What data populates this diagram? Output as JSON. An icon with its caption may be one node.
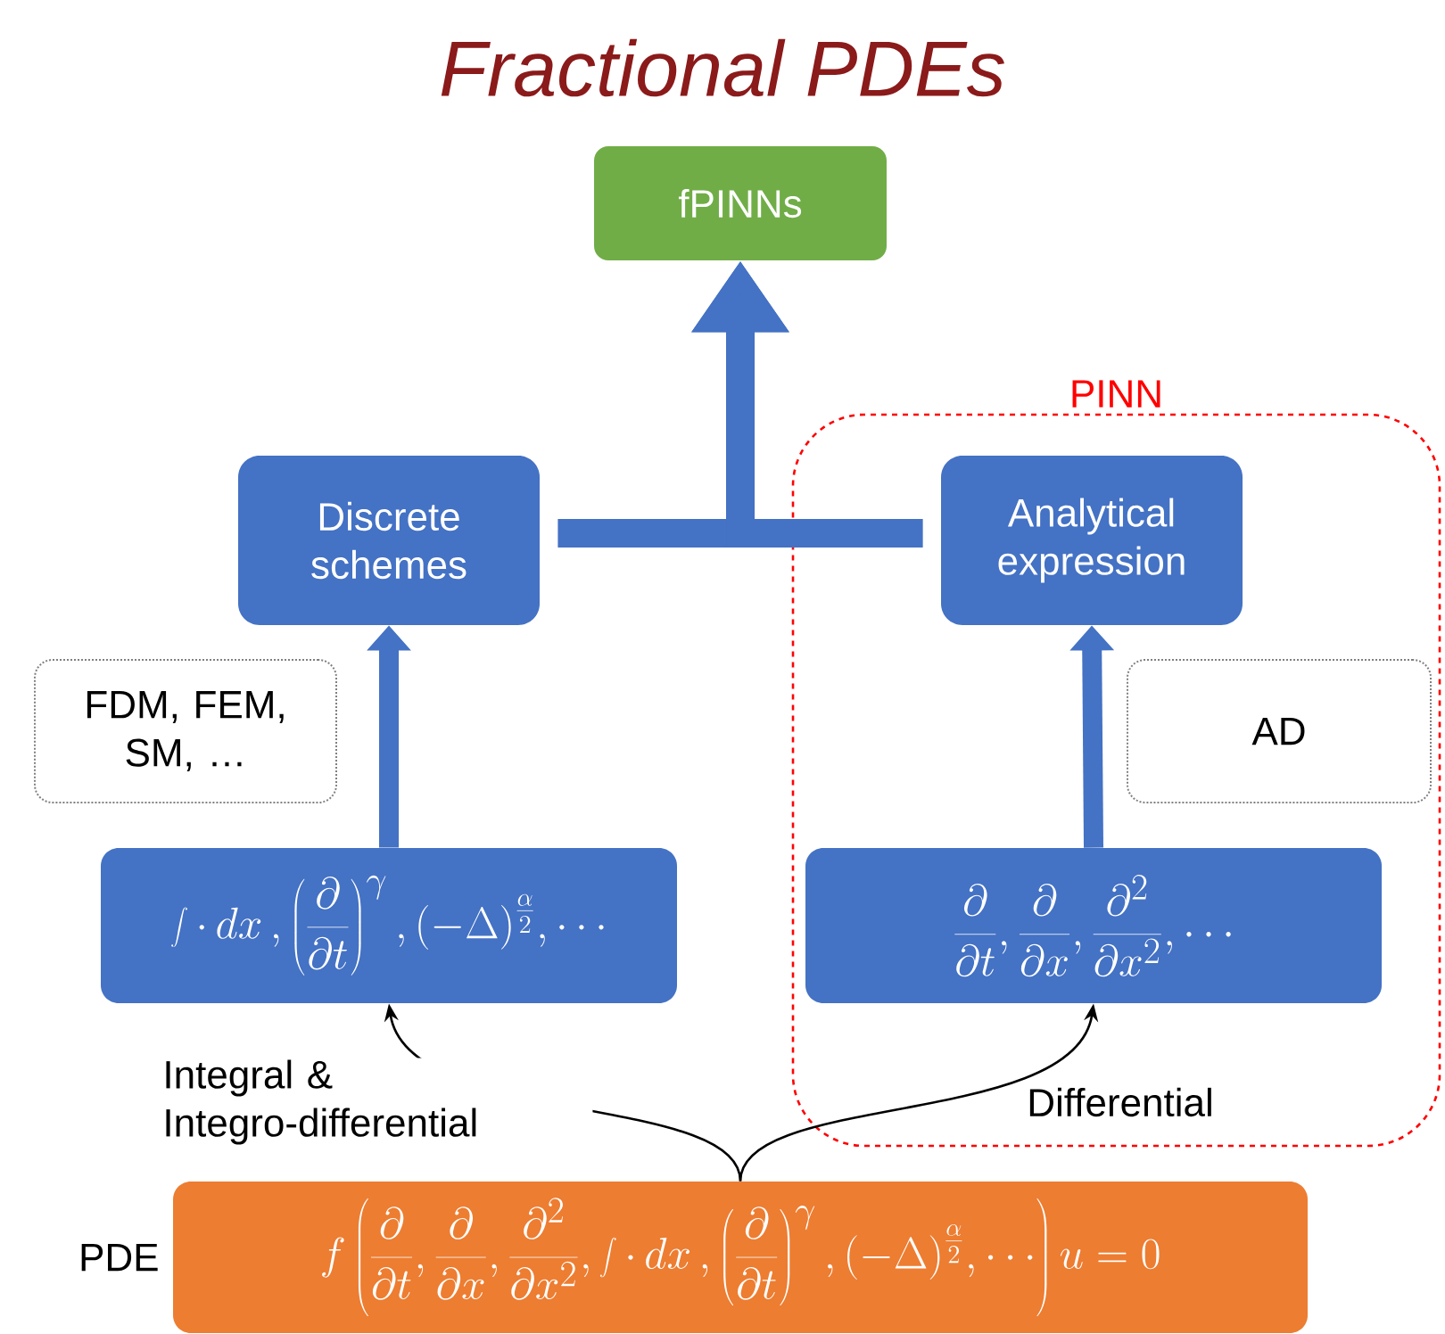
{
  "diagram": {
    "title": "Fractional PDEs",
    "nodes": [
      {
        "text": [
          "fPINNs"
        ]
      },
      {
        "text": [
          "PINN"
        ]
      },
      {
        "text": [
          "Discrete schemes"
        ]
      },
      {
        "text": [
          "Analytical expression"
        ],
        "in": 1
      },
      {
        "text": [
          "FDM, FEM, SM, …"
        ]
      },
      {
        "text": [
          "AD"
        ],
        "in": 1
      },
      {
        "text": [
          "\\int\\cdot\\, dx\\,,\\left(\\frac{\\partial}{\\partial t}\\right)^{\\gamma},(-\\Delta)^{\\frac{\\alpha}{2}},\\cdots"
        ]
      },
      {
        "text": [
          "\\frac{\\partial}{\\partial t},\\frac{\\partial}{\\partial x},\\frac{\\partial^2}{\\partial x^2},\\cdots"
        ],
        "in": 1
      },
      {
        "text": [
          "f\\left(\\frac{\\partial}{\\partial t},\\frac{\\partial}{\\partial x},\\frac{\\partial^2}{\\partial x^2},\\int\\cdot\\, dx\\,,\\left(\\frac{\\partial}{\\partial t}\\right)^{\\gamma},(-\\Delta)^{\\frac{\\alpha}{2}},\\cdots\\right)u=0"
        ],
        "beside": [
          "PDE"
        ]
      }
    ],
    "edges": [
      {
        "from": 2,
        "to": 0,
        "arrow": "to",
        "color": "#4472c4"
      },
      {
        "from": 3,
        "to": 0,
        "arrow": "to",
        "color": "#4472c4"
      },
      {
        "from": 6,
        "to": 2,
        "arrow": "to",
        "color": "#4472c4"
      },
      {
        "from": 7,
        "to": 3,
        "arrow": "to",
        "color": "#4472c4"
      },
      {
        "from": 8,
        "to": 6,
        "arrow": "to",
        "label": "Integral & Integro-differential",
        "color": "#000000"
      },
      {
        "from": 8,
        "to": 7,
        "arrow": "to",
        "label": "Differential",
        "color": "#000000"
      }
    ]
  }
}
